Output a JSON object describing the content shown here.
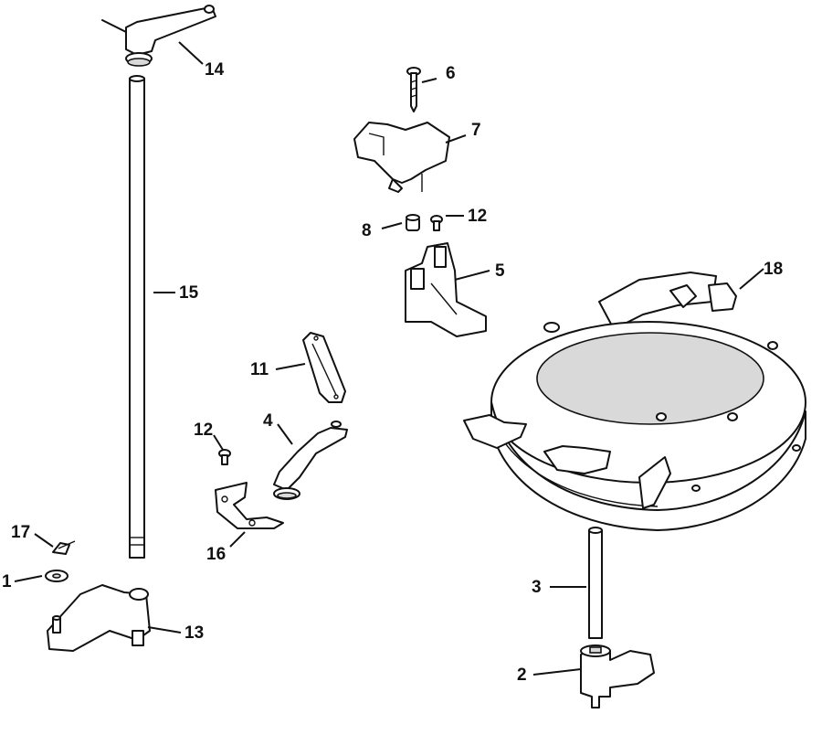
{
  "callouts": {
    "c1": "1",
    "c2": "2",
    "c3": "3",
    "c4": "4",
    "c5": "5",
    "c6": "6",
    "c7": "7",
    "c8": "8",
    "c11": "11",
    "c12a": "12",
    "c12b": "12",
    "c13": "13",
    "c14": "14",
    "c15": "15",
    "c16": "16",
    "c17": "17",
    "c18": "18"
  }
}
